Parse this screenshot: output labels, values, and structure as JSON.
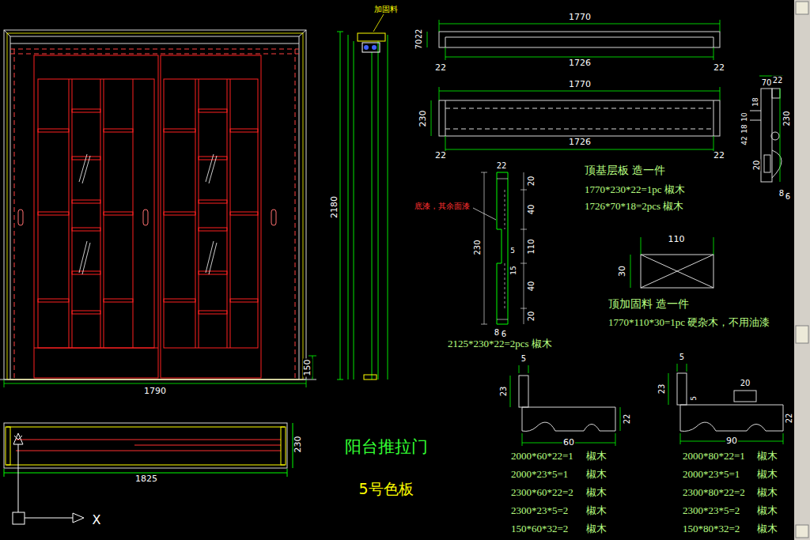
{
  "diagram": {
    "title": "阳台推拉门",
    "caption": "5号色板",
    "labels": [
      "加固料",
      "2180",
      "150",
      "1790",
      "1825",
      "230",
      "1770",
      "22",
      "70",
      "1726",
      "22",
      "22",
      "1770",
      "230",
      "1726",
      "22",
      "22",
      "顶基层板 造一件",
      "1770*230*22=1pc 椒木",
      "1726*70*18=2pcs 椒木",
      "70",
      "22",
      "18",
      "42",
      "18",
      "10",
      "230",
      "20",
      "8",
      "6",
      "底漆，其余面漆",
      "22",
      "20",
      "40",
      "230",
      "110",
      "5",
      "15",
      "40",
      "20",
      "8",
      "6",
      "2125*230*22=2pcs 椒木",
      "110",
      "30",
      "顶加固料 造一件",
      "1770*110*30=1pc 硬杂木，不用油漆",
      "5",
      "23",
      "22",
      "60",
      "2000*60*22=1",
      "椒木",
      "2000*23*5=1",
      "椒木",
      "2300*60*22=2",
      "椒木",
      "2300*23*5=2",
      "椒木",
      "150*60*32=2",
      "椒木",
      "5",
      "23",
      "20",
      "5",
      "22",
      "90",
      "2000*80*22=1",
      "椒木",
      "2000*23*5=1",
      "椒木",
      "2300*80*22=2",
      "椒木",
      "2300*23*5=2",
      "椒木",
      "150*80*32=2",
      "椒木",
      "X"
    ]
  }
}
